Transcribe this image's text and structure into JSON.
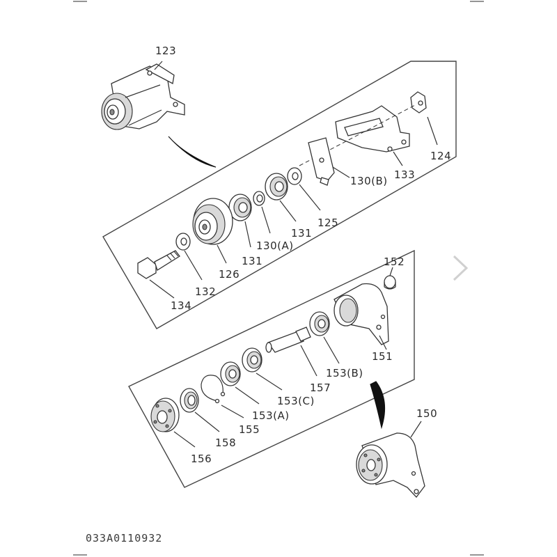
{
  "labels": {
    "p123": "123",
    "p124": "124",
    "p133": "133",
    "p130b": "130(B)",
    "p125": "125",
    "p131a": "131",
    "p131b": "131",
    "p130a": "130(A)",
    "p126": "126",
    "p132": "132",
    "p134": "134",
    "p152": "152",
    "p151": "151",
    "p153b": "153(B)",
    "p157": "157",
    "p153c": "153(C)",
    "p153a": "153(A)",
    "p155": "155",
    "p158": "158",
    "p156": "156",
    "p150": "150"
  },
  "caption": "033A0110932",
  "nav": {
    "next_icon": "chevron-right-icon"
  }
}
